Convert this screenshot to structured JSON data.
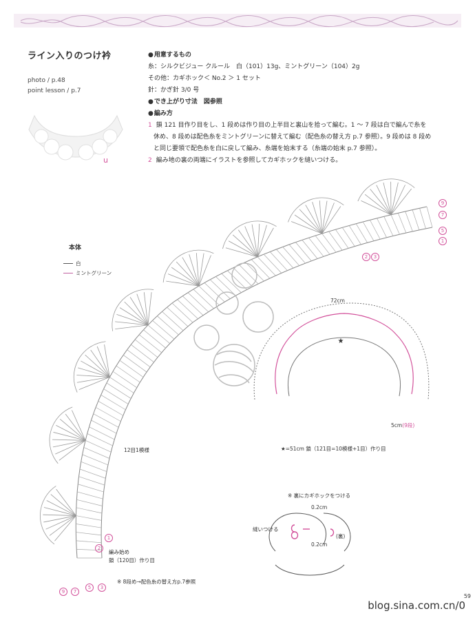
{
  "title": "ライン入りのつけ衿",
  "photo_ref": "photo / p.48",
  "lesson_ref": "point lesson / p.7",
  "photo_mark": "u",
  "instructions": {
    "materials_heading": "用意するもの",
    "yarn": "糸：シルクビジュー クルール　白（101）13g、ミントグリーン（104）2g",
    "other": "その他：カギホック＜ No.2 ＞ 1 セット",
    "needle": "針：かぎ針 3/0 号",
    "size_heading": "でき上がり寸法　図参照",
    "method_heading": "編み方",
    "step1_num": "1",
    "step1_line1": "鎖 121 目作り目をし、1 段めは作り目の上半目と裏山を拾って編む。1 〜 7 段は白で編んで糸を",
    "step1_line2": "休め、8 段めは配色糸をミントグリーンに替えて編む（配色糸の替え方 p.7 参照）。9 段めは 8 段め",
    "step1_line3": "と同じ要領で配色糸を白に戻して編み、糸端を始末する（糸端の始末 p.7 参照）。",
    "step2_num": "2",
    "step2_line1": "編み地の裏の両端にイラストを参照してカギホックを縫いつける。"
  },
  "legend": {
    "title": "本体",
    "white": "白",
    "mint": "ミントグリーン"
  },
  "diagram": {
    "pattern_repeat": "12目1模様",
    "start_label_1": "編み始め",
    "start_label_2": "鎖（120目）作り目",
    "color_note": "※ 8段め→配色糸の替え方p.7参照",
    "width_72": "72cm",
    "star_note": "★=51cm 鎖（121目=10模様+1目）作り目",
    "depth": "5cm",
    "depth_rows": "(9段)",
    "hook_note": "※ 裏にカギホックをつける",
    "hook_gap_top": "0.2cm",
    "hook_gap_bottom": "0.2cm",
    "sew_label": "縫いつける",
    "back_label": "(裏)",
    "row_labels_right": [
      "9",
      "7",
      "5",
      "1"
    ],
    "row_labels_right_mid": [
      "2",
      "3"
    ],
    "row_labels_left": [
      "2",
      "1"
    ],
    "row_labels_bottom": [
      "9",
      "7",
      "5",
      "3"
    ]
  },
  "footer": "blog.sina.com.cn/0",
  "page_number": "59",
  "colors": {
    "accent_pink": "#d2509a",
    "mint": "#c060a0",
    "ink": "#333333"
  }
}
